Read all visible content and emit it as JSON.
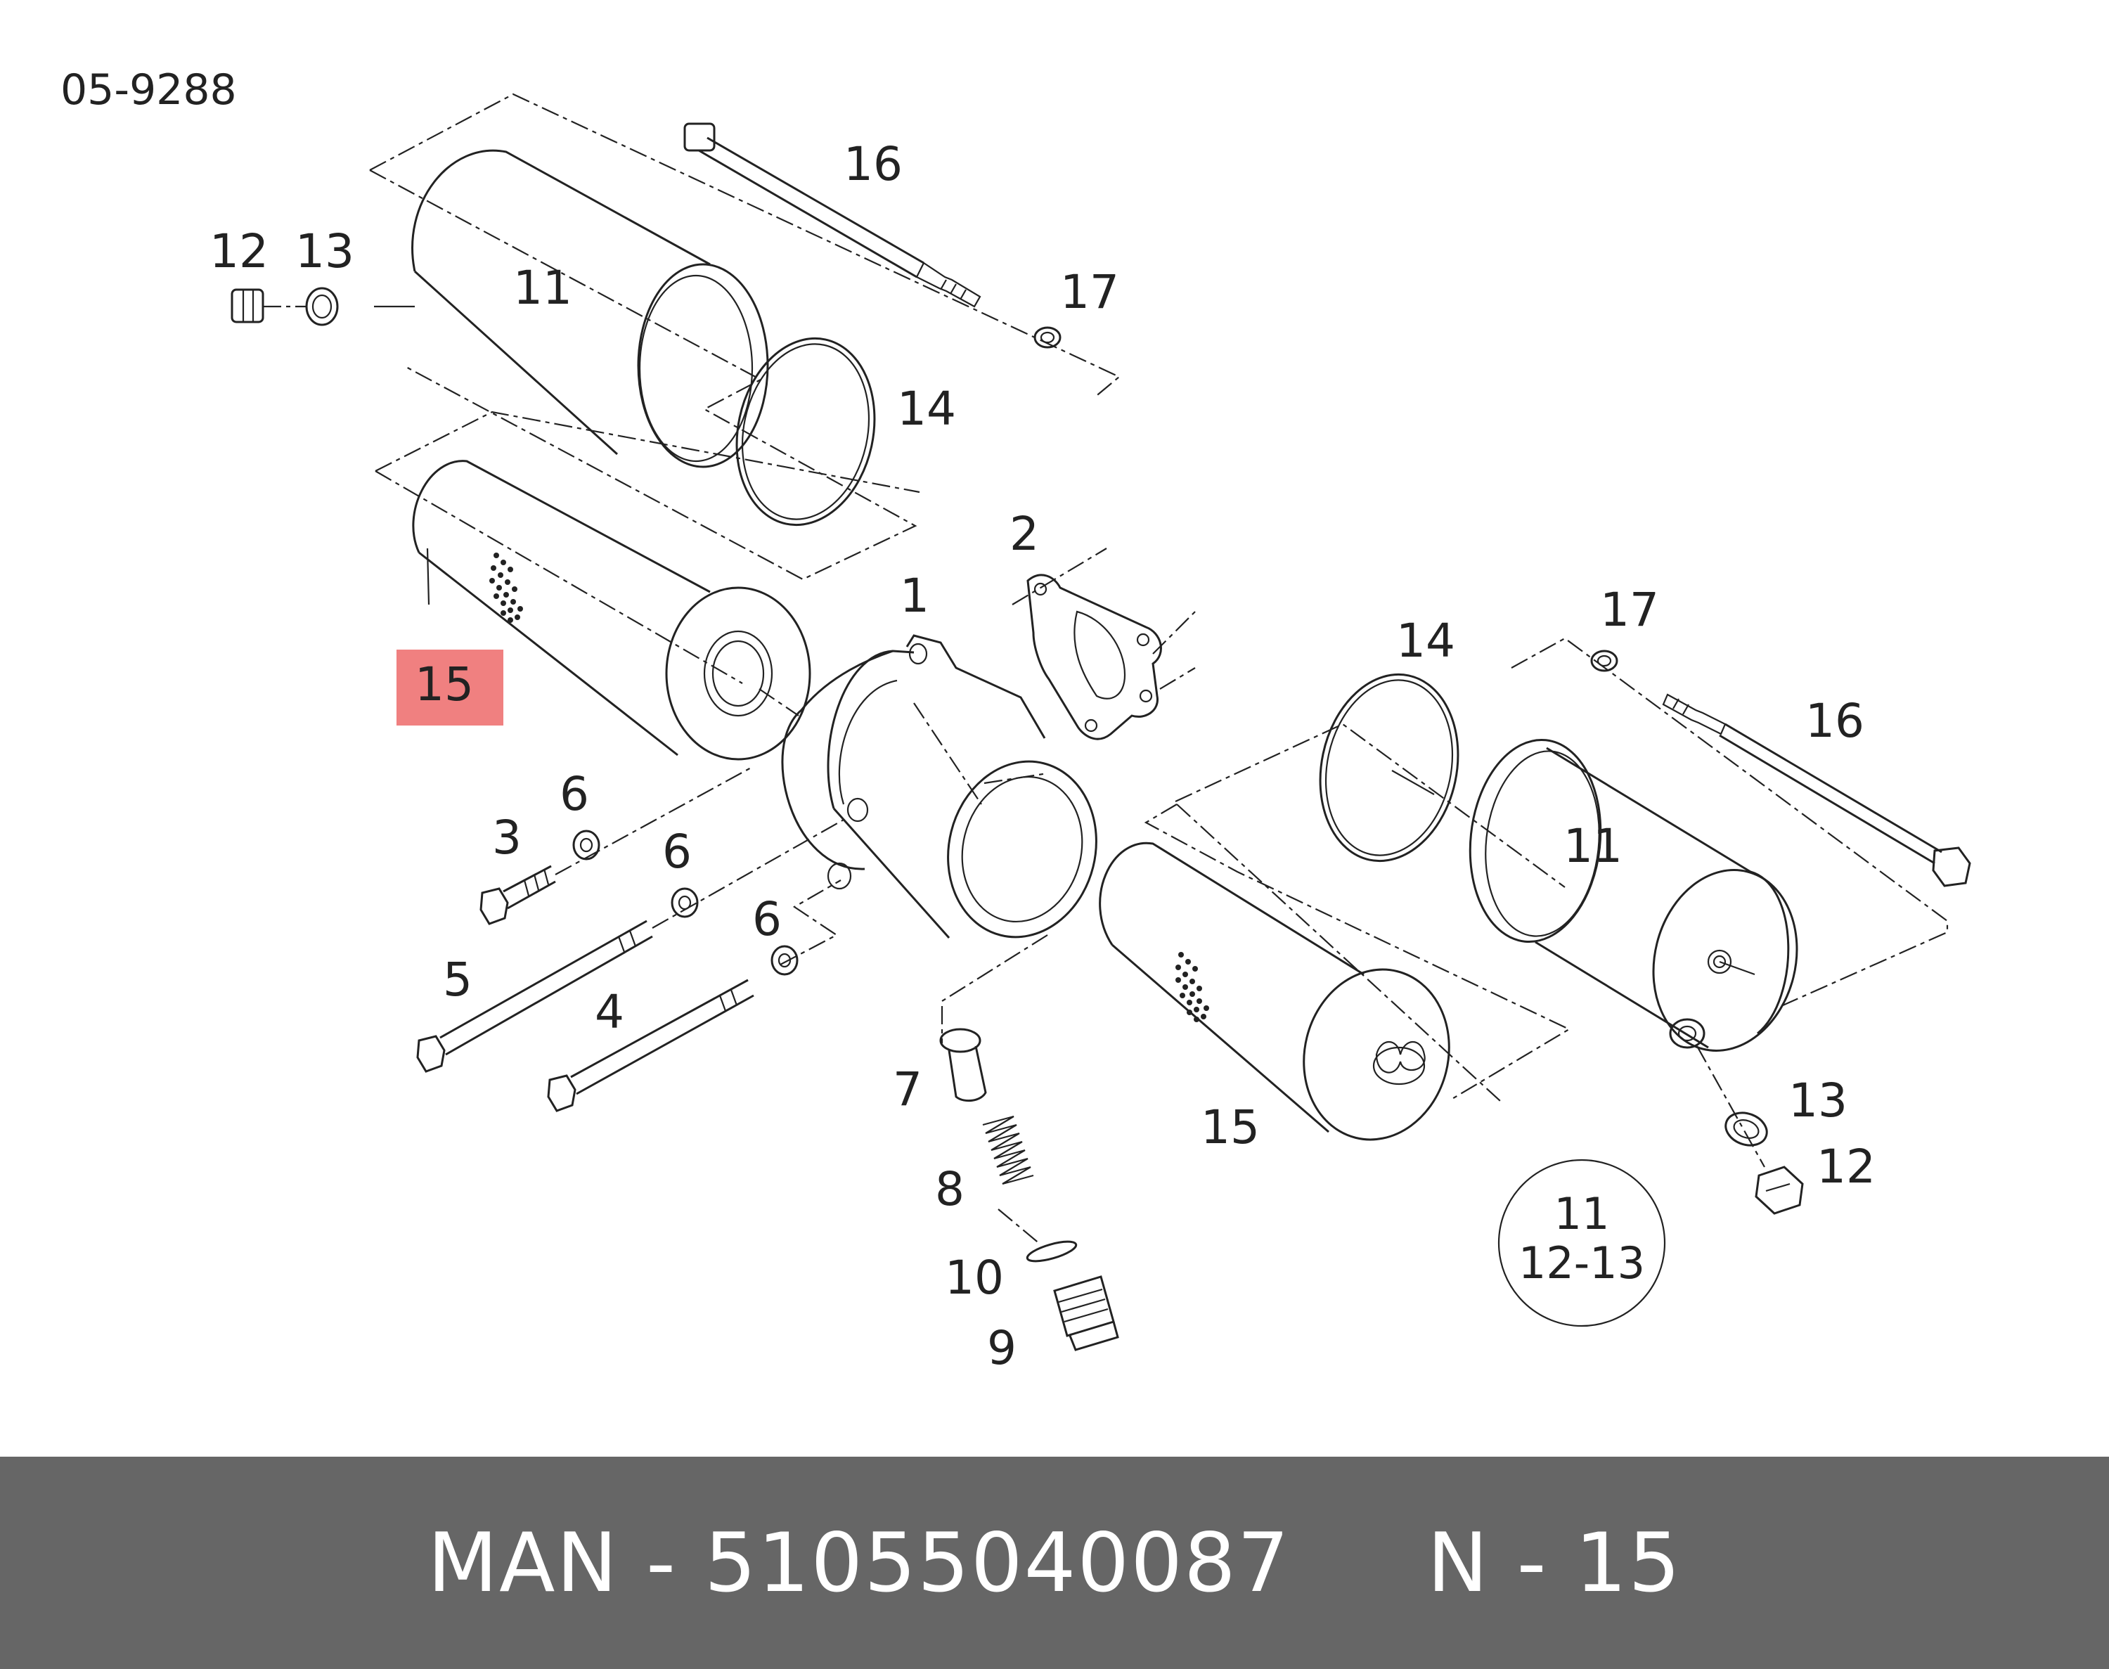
{
  "diagram": {
    "code": "05-9288",
    "highlight_color": "#f08080",
    "callouts": {
      "c16_top": "16",
      "c12_top": "12",
      "c13_top": "13",
      "c11_top": "11",
      "c17_top": "17",
      "c14_top": "14",
      "c2": "2",
      "c1": "1",
      "c15_left": "15",
      "c6_a": "6",
      "c3": "3",
      "c6_b": "6",
      "c5": "5",
      "c6_c": "6",
      "c4": "4",
      "c7": "7",
      "c8": "8",
      "c10": "10",
      "c9": "9",
      "c15_mid": "15",
      "c17_right": "17",
      "c14_right": "14",
      "c16_right": "16",
      "c11_right": "11",
      "c13_right": "13",
      "c12_right": "12"
    },
    "kit_note": {
      "line1": "11",
      "line2": "12-13"
    }
  },
  "footer": {
    "brand": "MAN",
    "part_number": "51055040087",
    "position_label": "N - 15",
    "background": "#666666"
  }
}
